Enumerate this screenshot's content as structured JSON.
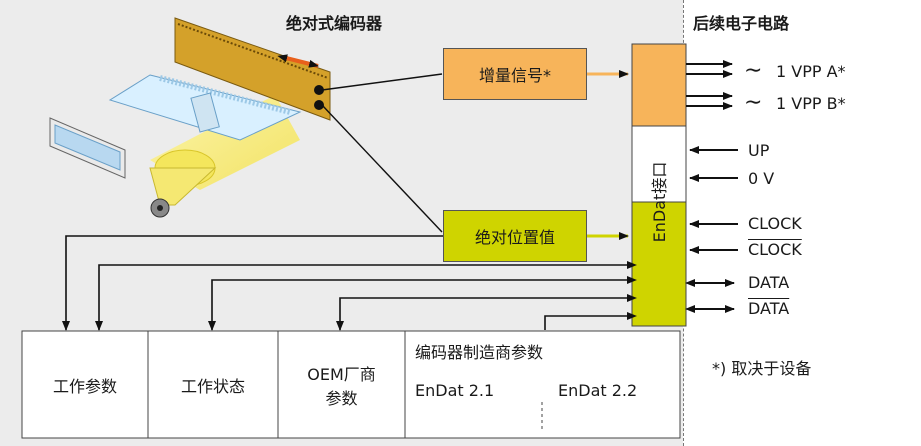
{
  "headings": {
    "encoder": "绝对式编码器",
    "electronics": "后续电子电路"
  },
  "boxes": {
    "incremental": "增量信号*",
    "absolute": "绝对位置值",
    "interface": "EnDat接口"
  },
  "signals": {
    "a_wave": "∼",
    "a": "1 VPP A*",
    "b_wave": "∼",
    "b": "1 VPP B*",
    "up": "UP",
    "zero": "0 V",
    "clock": "CLOCK",
    "clock_bar": "CLOCK",
    "data": "DATA",
    "data_bar": "DATA"
  },
  "table": {
    "col1": "工作参数",
    "col2": "工作状态",
    "col3_line1": "OEM厂商",
    "col3_line2": "参数",
    "col4_header": "编码器制造商参数",
    "col4_sub1": "EnDat 2.1",
    "col4_sub2": "EnDat 2.2"
  },
  "footnote": "*) 取决于设备",
  "colors": {
    "orange": "#f7b45a",
    "lime": "#cfd400",
    "panel": "#ececec"
  }
}
